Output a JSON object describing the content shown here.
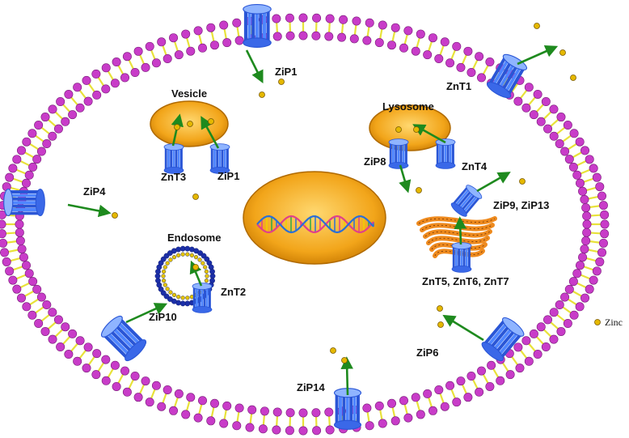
{
  "colors": {
    "lipid_head": "#c83cc8",
    "lipid_tail": "#e8e23a",
    "transporter": "#4f86ff",
    "transporter_dark": "#2a56d6",
    "arrow": "#1e8a1e",
    "zinc": "#e5b800",
    "zinc_stroke": "#7a5a00",
    "organelle": "#f2a51a",
    "golgi": "#ee8a1e",
    "endosome": "#1c2fa8"
  },
  "labels": {
    "zip1_membrane": "ZiP1",
    "znt1": "ZnT1",
    "vesicle": "Vesicle",
    "lysosome": "Lysosome",
    "znt3": "ZnT3",
    "zip1_vesicle": "ZiP1",
    "zip8": "ZiP8",
    "znt4": "ZnT4",
    "zip4": "ZiP4",
    "zip9_zip13": "ZiP9, ZiP13",
    "endosome": "Endosome",
    "znt2": "ZnT2",
    "znt567": "ZnT5, ZnT6, ZnT7",
    "zip10": "ZiP10",
    "zip6": "ZiP6",
    "zip14": "ZiP14"
  },
  "legend": {
    "zinc_label": "Zinc",
    "zinc_icon": "zinc-ion-icon"
  },
  "icons": {
    "transporter": "membrane-transporter-icon",
    "arrow": "transport-direction-arrow",
    "dna": "dna-helix-icon"
  }
}
